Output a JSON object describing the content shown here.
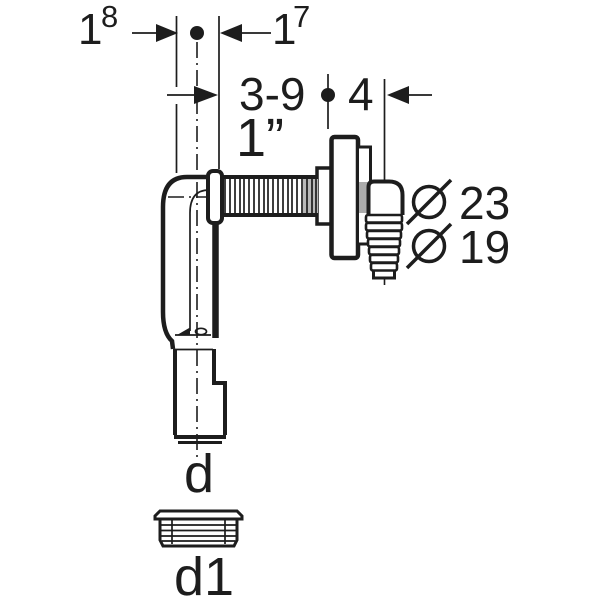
{
  "drawing": {
    "title": "pipe-fitting-dimension-drawing",
    "dimensions": {
      "left_offset": {
        "value": "1",
        "sup": "8"
      },
      "right_offset": {
        "value": "1",
        "sup": "7"
      },
      "wall_range": "3-9",
      "wall_to_axis": "4",
      "thread_size": "1”"
    },
    "diameters": [
      {
        "symbol": "diameter-symbol",
        "value": "23"
      },
      {
        "symbol": "diameter-symbol",
        "value": "19"
      }
    ],
    "connections": {
      "outlet": "d",
      "adapter": "d1"
    },
    "colors": {
      "line": "#1d1d1d",
      "shade": "#ababab",
      "thread_shade": "#b9b9b9"
    }
  }
}
